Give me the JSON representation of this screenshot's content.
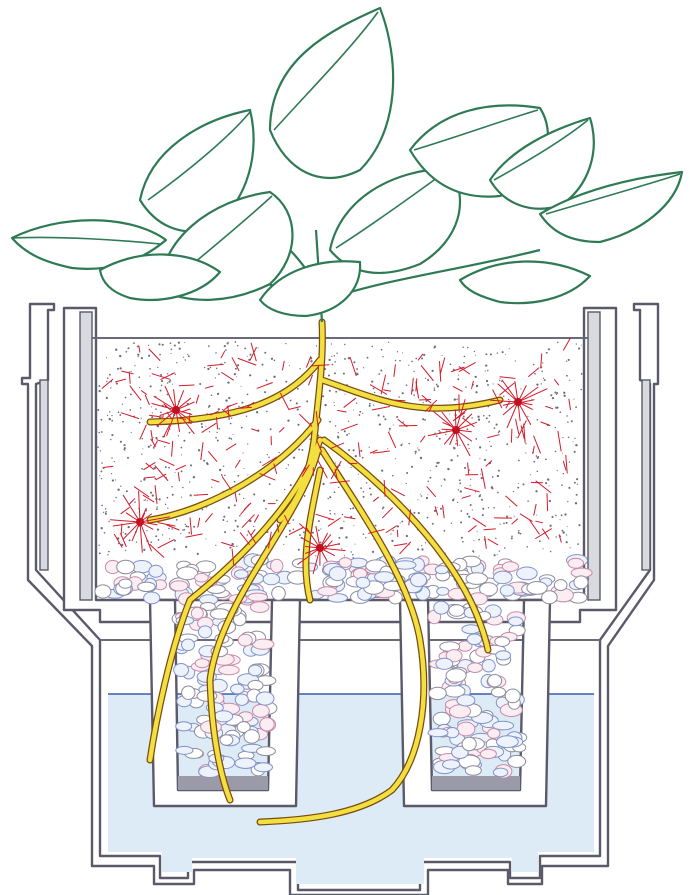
{
  "figure": {
    "subject": "potted-plant-root-system-cross-section",
    "icons": [
      "plant-foliage-icon",
      "pot-cross-section-icon",
      "substrate-layer",
      "drainage-pebble-layer",
      "water-reservoir",
      "root-system",
      "root-hair-cluster-icon"
    ],
    "colors": {
      "foliage": "#2e7a55",
      "roots": "#f2e040",
      "root_hairs": "#d41a2a",
      "pot_outline": "#5a5a6a",
      "water": "#dcebf6",
      "water_line": "#3b5bb0",
      "pebbles_blue": "#7f93c9",
      "pebbles_pink": "#c98aa8"
    }
  }
}
